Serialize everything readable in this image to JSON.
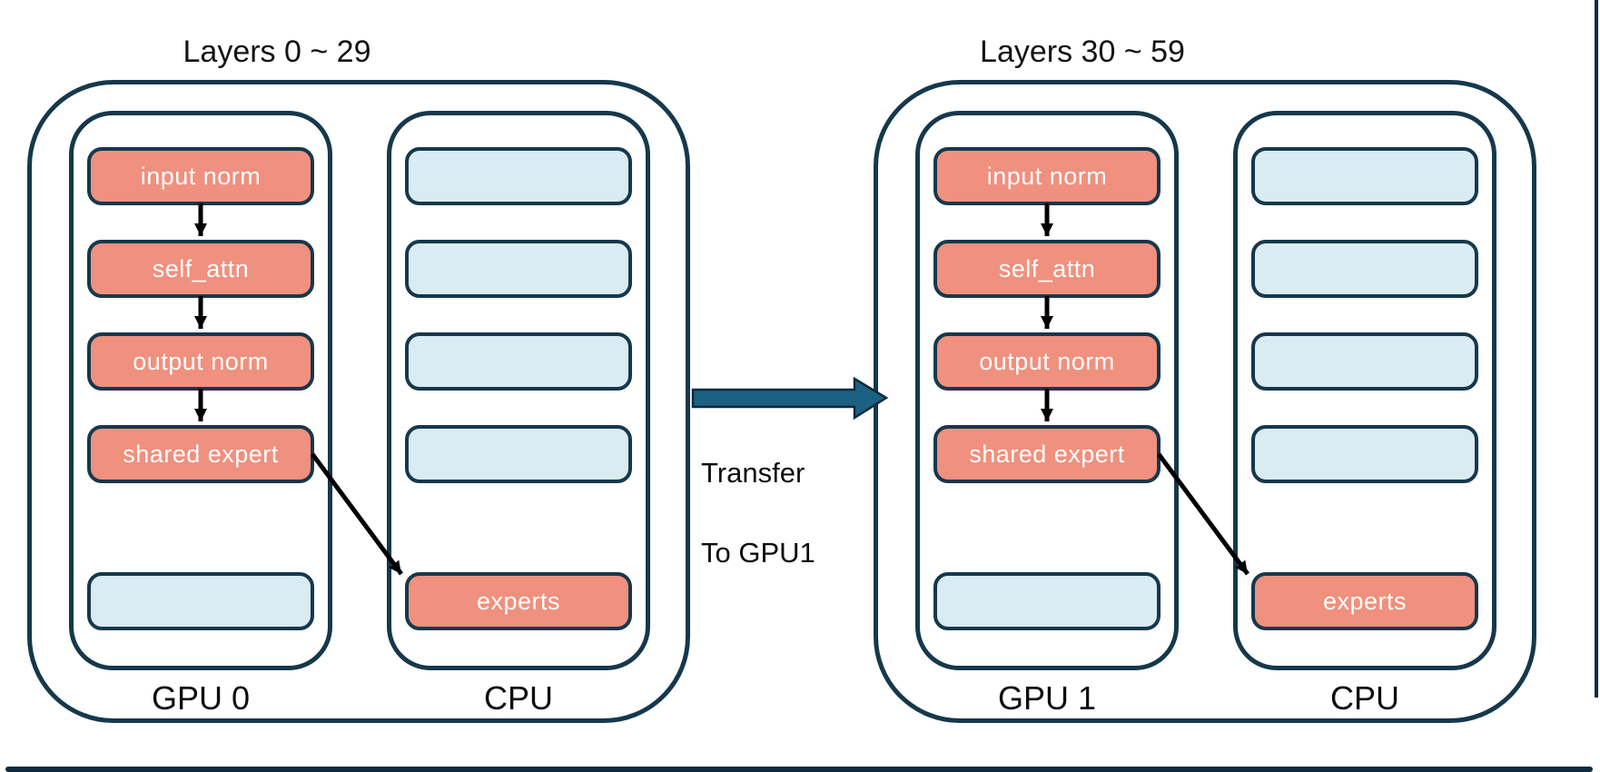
{
  "page": {
    "background": "#ffffff"
  },
  "colors": {
    "border_navy": "#16384C",
    "hot_fill": "#F0907E",
    "cold_fill": "#DAEBF2",
    "transfer_arrow_fill": "#1A6183",
    "frame_dark": "#112B3E",
    "flow_arrow": "#000000",
    "box_text": "#ffffff",
    "label_text": "#0d0d0d"
  },
  "groups": [
    {
      "title": "Layers 0 ~ 29",
      "gpu_label": "GPU 0",
      "cpu_label": "CPU",
      "gpu_boxes": [
        {
          "label": "input norm",
          "state": "on-gpu"
        },
        {
          "label": "self_attn",
          "state": "on-gpu"
        },
        {
          "label": "output norm",
          "state": "on-gpu"
        },
        {
          "label": "shared expert",
          "state": "on-gpu"
        },
        {
          "label": "",
          "state": "empty"
        }
      ],
      "cpu_boxes": [
        {
          "label": "",
          "state": "empty"
        },
        {
          "label": "",
          "state": "empty"
        },
        {
          "label": "",
          "state": "empty"
        },
        {
          "label": "",
          "state": "empty"
        },
        {
          "label": "experts",
          "state": "offloaded"
        }
      ]
    },
    {
      "title": "Layers 30 ~ 59",
      "gpu_label": "GPU 1",
      "cpu_label": "CPU",
      "gpu_boxes": [
        {
          "label": "input norm",
          "state": "on-gpu"
        },
        {
          "label": "self_attn",
          "state": "on-gpu"
        },
        {
          "label": "output norm",
          "state": "on-gpu"
        },
        {
          "label": "shared expert",
          "state": "on-gpu"
        },
        {
          "label": "",
          "state": "empty"
        }
      ],
      "cpu_boxes": [
        {
          "label": "",
          "state": "empty"
        },
        {
          "label": "",
          "state": "empty"
        },
        {
          "label": "",
          "state": "empty"
        },
        {
          "label": "",
          "state": "empty"
        },
        {
          "label": "experts",
          "state": "offloaded"
        }
      ]
    }
  ],
  "transfer": {
    "line1": "Transfer",
    "line2": "To GPU1"
  }
}
